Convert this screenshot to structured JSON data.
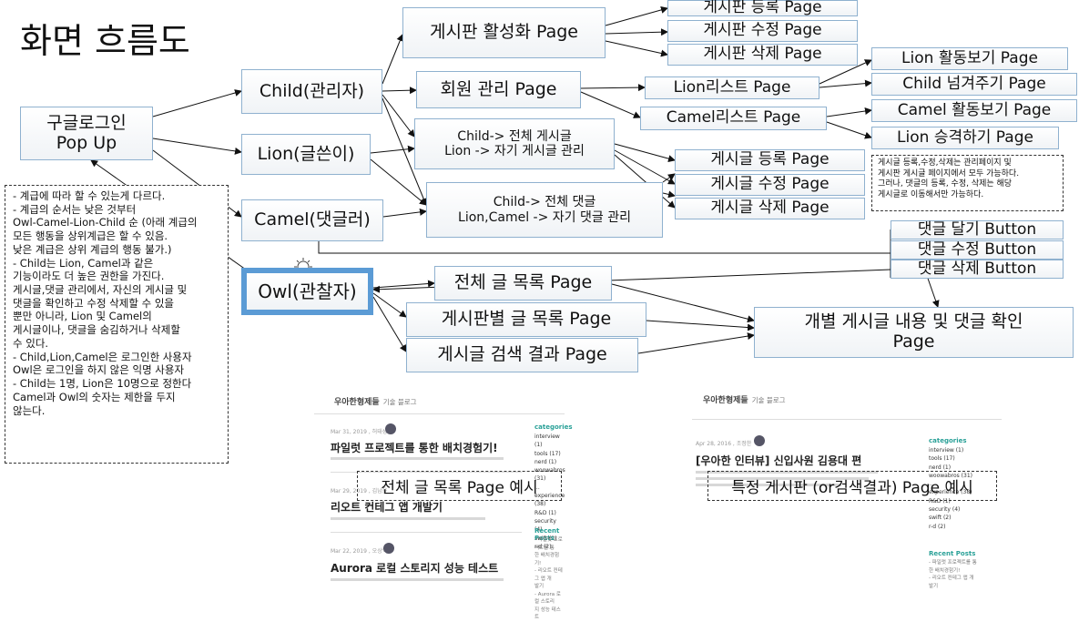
{
  "title": "화면 흐름도",
  "boxes": {
    "login": "구글로그인\nPop Up",
    "child": "Child(관리자)",
    "lion": "Lion(글쓴이)",
    "camel": "Camel(댓글러)",
    "owl": "Owl(관찰자)",
    "board_active": "게시판 활성화 Page",
    "board_reg": "게시판 등록 Page",
    "board_edit": "게시판 수정 Page",
    "board_del": "게시판 삭제 Page",
    "member": "회원 관리 Page",
    "lion_list": "Lion리스트 Page",
    "camel_list": "Camel리스트 Page",
    "lion_activity": "Lion 활동보기 Page",
    "child_transfer": "Child 넘겨주기 Page",
    "camel_activity": "Camel 활동보기 Page",
    "lion_promote": "Lion 승격하기 Page",
    "post_manage": "Child-> 전체 게시글\nLion -> 자기 게시글 관리",
    "comment_manage": "Child-> 전체 댓글\nLion,Camel -> 자기 댓글 관리",
    "post_reg": "게시글 등록 Page",
    "post_edit": "게시글 수정 Page",
    "post_del": "게시글 삭제 Page",
    "comment_add": "댓글 달기 Button",
    "comment_edit": "댓글 수정 Button",
    "comment_del": "댓글 삭제 Button",
    "all_posts": "전체 글 목록 Page",
    "board_posts": "게시판별 글 목록 Page",
    "search_result": "게시글 검색 결과 Page",
    "post_detail": "개별 게시글 내용 및 댓글 확인\nPage"
  },
  "notes": {
    "left": "- 계급에 따라 할 수 있는게 다르다.\n- 계급의 순서는 낮은 것부터\nOwl-Camel-Lion-Child 순 (아래 계급의\n모든 행동을 상위계급은 할 수 있음.\n낮은 계급은 상위 계급의 행동 불가.)\n- Child는 Lion, Camel과 같은\n기능이라도 더 높은 권한을 가진다.\n게시글,댓글 관리에서, 자신의 게시글 및\n댓글을 확인하고 수정 삭제할 수 있을\n뿐만 아니라, Lion 및 Camel의\n게시글이나, 댓글을 숨김하거나 삭제할\n수 있다.\n- Child,Lion,Camel은 로그인한 사용자\nOwl은 로그인을 하지 않은 익명 사용자\n- Child는 1명, Lion은 10명으로 정한다\nCamel과 Owl의 숫자는 제한을 두지\n않는다.",
    "right": "게시글 등록,수정,삭제는 관리페이지 및\n게시판 게시글 페이지에서 모두 가능하다.\n그러나, 댓글의 등록, 수정, 삭제는 해당\n게시글로 이동해서만 가능하다."
  },
  "examples": {
    "all_posts_label": "전체 글 목록 Page 예시",
    "board_label": "특정 게시판 (or검색결과) Page 예시"
  },
  "blog_left": {
    "brand": "우아한형제들",
    "brand_sub": "기술 블로그",
    "posts": [
      {
        "meta": "Mar 31, 2019 , 허태성",
        "title": "파일럿 프로젝트를 통한 배치경험기!"
      },
      {
        "meta": "Mar 29, 2019 , 김남윤",
        "title": "리오트 컨테그 앱 개발기"
      },
      {
        "meta": "Mar 22, 2019 , 오상익",
        "title": "Aurora 로컬 스토리지 성능 테스트"
      }
    ],
    "categories_title": "categories",
    "categories": "interview (1)\ntools (17)\nnerd (1)\nwoowabros (31)\n...\nexperience (38)\nR&D (1)\nsecurity (4)\nswift (2)\nr-d (2)",
    "recent_title": "Recent Posts",
    "recent": "- 파일럿 프로젝트를 통\n한 배치경험기!\n- 리오트 컨테그 앱 개\n발기\n- Aurora 로컬 스토리\n지 성능 테스트"
  },
  "blog_right": {
    "brand": "우아한형제들",
    "brand_sub": "기술 블로그",
    "posts": [
      {
        "meta": "Apr 28, 2016 , 조정한",
        "title": "[우아한 인터뷰] 신입사원 김용대 편"
      }
    ],
    "categories_title": "categories",
    "categories": "interview (1)\ntools (17)\nnerd (1)\nwoowabros (31)\n...\nexperience (38)\nR&D (1)\nsecurity (4)\nswift (2)\nr-d (2)",
    "recent_title": "Recent Posts",
    "recent": "- 파일럿 프로젝트를 통\n한 배치경험기!\n- 리오트 컨테그 앱 개\n발기"
  }
}
